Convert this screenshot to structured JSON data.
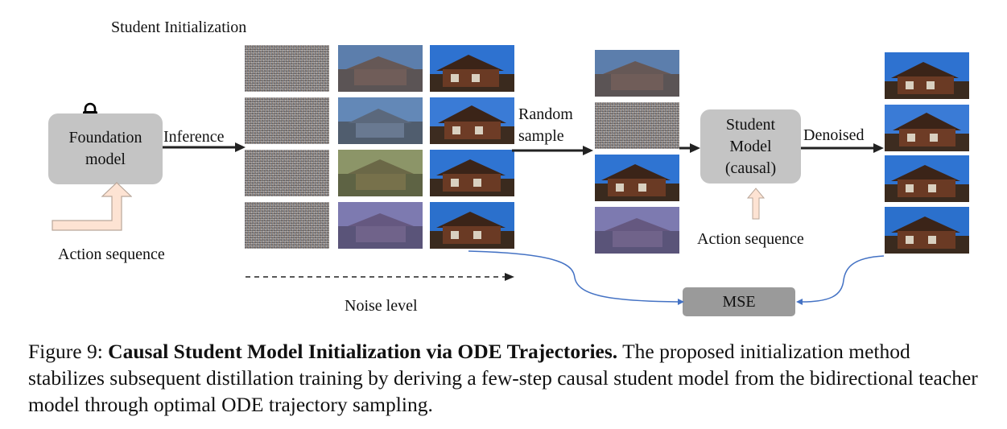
{
  "diagram": {
    "student_init_title": "Student Initialization",
    "foundation_model": [
      "Foundation",
      "model"
    ],
    "student_model": [
      "Student",
      "Model",
      "(causal)"
    ],
    "inference_label": "Inference",
    "random_sample_label": [
      "Random",
      "sample"
    ],
    "denoised_label": "Denoised",
    "action_sequence_left": "Action sequence",
    "action_sequence_right": "Action sequence",
    "noise_level_label": "Noise level",
    "mse_label": "MSE",
    "icons": {
      "lock": "lock-icon",
      "arrow_up_left": "up-arrow-icon",
      "arrow_up_right": "up-arrow-icon"
    },
    "colors": {
      "box_fill": "#c4c4c4",
      "mse_fill": "#9a9a9a",
      "action_arrow_fill": "#fde3d3",
      "action_arrow_stroke": "#b9a79a",
      "curve_blue": "#4472c4",
      "arrow_dark": "#222222"
    }
  },
  "caption": {
    "prefix": "Figure 9: ",
    "bold_title": "Causal Student Model Initialization via ODE Trajectories.",
    "body": " The proposed initialization method stabilizes subsequent distillation training by deriving a few-step causal student model from the bidirectional teacher model through optimal ODE trajectory sampling."
  }
}
